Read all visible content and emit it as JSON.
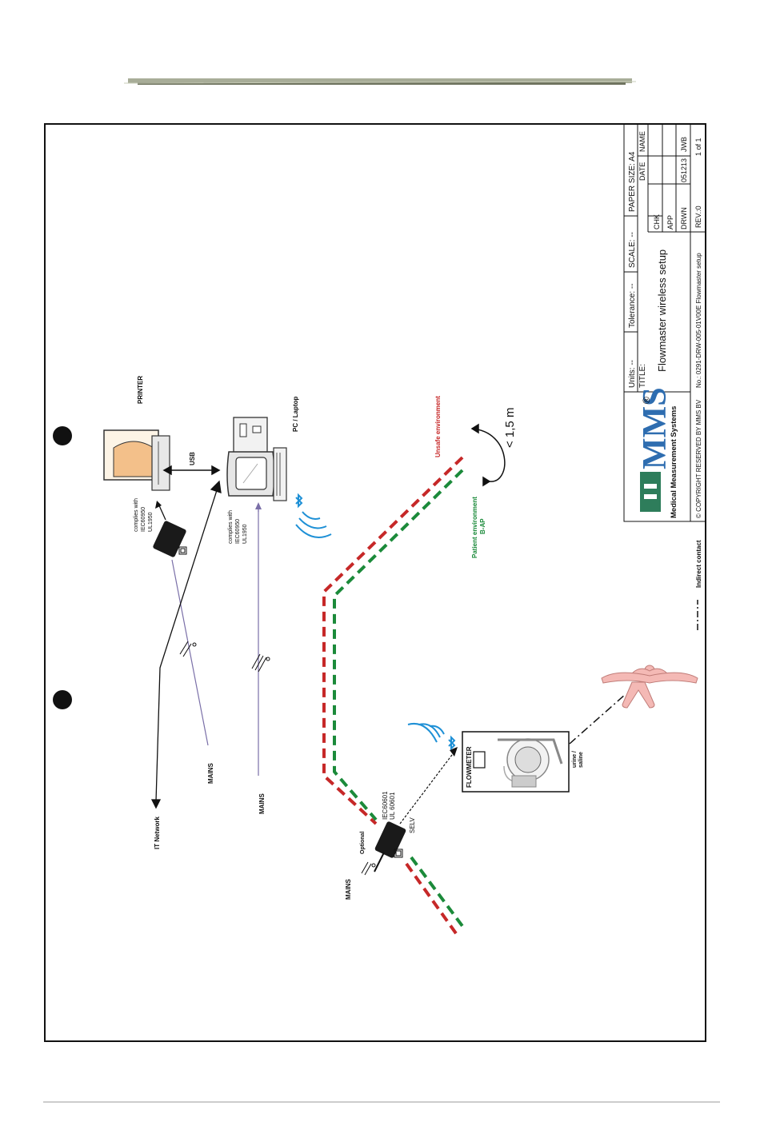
{
  "labels": {
    "printer": "PRINTER",
    "usb": "USB",
    "pc_laptop": "PC / Laptop",
    "complies_printer": [
      "complies with",
      "IEC60950",
      "UL1950"
    ],
    "complies_pc": [
      "complies with",
      "IEC60950",
      "UL1950"
    ],
    "mains": "MAINS",
    "it_network": "IT Network",
    "optional": "Optional",
    "iec60601": [
      "IEC60601",
      "UL 60601"
    ],
    "selv": "SELV",
    "flowmeter": "FLOWMETER",
    "urine_saline": [
      "urine /",
      "saline"
    ],
    "unsafe_environment": "Unsafe environment",
    "patient_environment": [
      "Patient environment",
      "B-AP"
    ],
    "distance": "< 1,5 m",
    "indirect_contact": "Indirect contact"
  },
  "title_block": {
    "logo_text": "MMS",
    "registered": "®",
    "company": "Medical Measurement Systems",
    "copyright": "© COPYRIGHT RESERVED BY MMS BV",
    "units": "Units: --",
    "tolerance": "Tolerance: --",
    "scale": "SCALE: --",
    "paper_size": "PAPER SIZE: A4",
    "title_label": "TITLE:",
    "title": "Flowmaster wireless setup",
    "number": "No.: 0291-DRW-005-01V00E Flowmaster setup",
    "date_header": "DATE",
    "name_header": "NAME",
    "chk": "CHK",
    "app": "APP",
    "drwn": "DRWN",
    "drwn_date": "051213",
    "drwn_name": "JWB",
    "rev": "REV.:0",
    "sheet": "1 of 1"
  },
  "colors": {
    "unsafe": "#c62828",
    "patient": "#1b8a3a",
    "bluetooth": "#1e90d6",
    "cable": "#7a6fa8",
    "frame": "#111111"
  }
}
